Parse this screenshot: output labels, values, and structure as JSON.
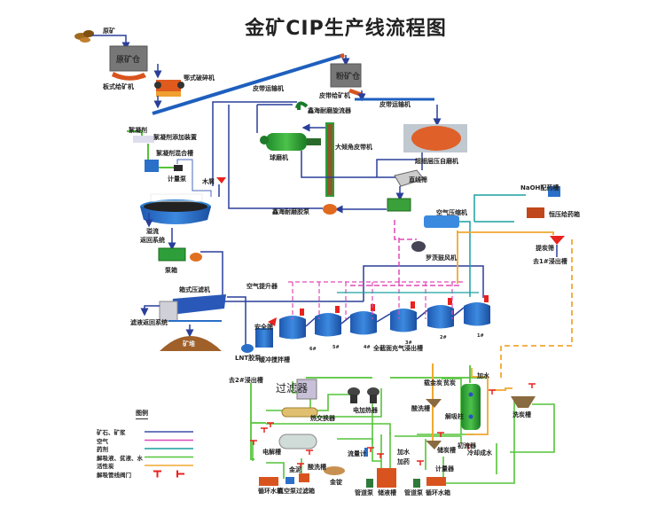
{
  "title": "金矿CIP生产线流程图",
  "colors": {
    "ore": "#2a3f9a",
    "air": "#e04ab8",
    "reagent": "#1aa0a0",
    "solution": "#55c43a",
    "carbon": "#f0a830",
    "valve": "#e8221e",
    "tank_blue": "#2a6fc8",
    "equipment_orange": "#d9531e",
    "equipment_green": "#2e9e3a"
  },
  "sections": {
    "crushing": {
      "raw_ore": "原矿",
      "raw_ore_bin": "原矿仓",
      "apron_feeder": "板式给矿机",
      "jaw_crusher": "鄂式破碎机",
      "belt_conveyor_1": "皮带运输机",
      "fine_ore_bin": "粉矿仓",
      "belt_feeder": "皮带给矿机",
      "belt_conveyor_2": "皮带运输机"
    },
    "grinding": {
      "cyclone": "鑫海耐磨旋流器",
      "ball_mill": "球磨机",
      "steep_belt": "大倾角皮带机",
      "sag_mill": "超细层压自磨机",
      "linear_screen": "直线筛",
      "slurry_pump": "鑫海耐磨胶泵"
    },
    "thickening": {
      "flocculant": "絮凝剂",
      "flocculant_dosing": "絮凝剂添加装置",
      "flocculant_mixing": "絮凝剂混合槽",
      "metering_pump": "计量泵",
      "trash_screen": "木屑",
      "overflow_return": "溢流\n返回系统",
      "pump_box": "泵箱"
    },
    "filtering": {
      "filter_press": "箱式压滤机",
      "filtrate_return": "滤液返回系统",
      "tailings": "矿堆"
    },
    "leaching": {
      "air_compressor": "空气压缩机",
      "roots_blower": "罗茨鼓风机",
      "air_lift": "空气提升器",
      "safety_screen": "安全筛",
      "lnt_pump": "LNT胶泵",
      "buffer_tank": "缓冲搅拌槽",
      "tank_group": "全截面充气浸出槽",
      "tank_numbers": [
        "6#",
        "5#",
        "4#",
        "3#",
        "2#",
        "1#"
      ],
      "naoh_tank": "NaOH配药槽",
      "constant_feeder": "恒压给药箱",
      "carbon_screen": "提炭筛",
      "to_tank_1": "去1#浸出槽"
    },
    "desorption": {
      "to_tank_2": "去2#浸出槽",
      "filter": "过滤器",
      "electric_heater": "电加热器",
      "heat_exchanger": "热交换器",
      "electrolytic_tank": "电解槽",
      "gold_mud": "金泥",
      "acid_wash_tank": "酸洗槽",
      "gold_ingot": "金锭",
      "flowmeter": "流量计",
      "circulating_pump_1": "循环水箱",
      "vacuum_pump": "真空泵",
      "filter_box": "过滤箱",
      "pipeline_pump_1": "管道泵",
      "storage_tank": "储液槽",
      "add_water": "加水",
      "add_alkali": "加药",
      "loaded_carbon": "载金炭",
      "lean_carbon": "贫炭",
      "acid_tank": "酸洗槽",
      "desorption_column": "解吸柱",
      "storage_carbon": "储炭槽",
      "add_water_2": "加水",
      "initial_flow": "初流器",
      "pipeline_pump_2": "管道泵",
      "circulating_tank_2": "循环水箱",
      "cooling_water": "冷却成水",
      "wash_tank": "洗炭槽",
      "flow_divider": "计量器"
    }
  },
  "legend": {
    "title": "图例",
    "items": [
      {
        "label": "矿石、矿浆",
        "color": "#3a4fa8",
        "style": "line"
      },
      {
        "label": "空气",
        "color": "#e04ab8",
        "style": "line"
      },
      {
        "label": "药剂",
        "color": "#1aa0a0",
        "style": "line"
      },
      {
        "label": "解吸液、贫液、水",
        "color": "#55c43a",
        "style": "line"
      },
      {
        "label": "活性炭",
        "color": "#f0a830",
        "style": "line"
      },
      {
        "label": "解吸管线阀门",
        "color": "#e8221e",
        "style": "valve"
      }
    ]
  }
}
